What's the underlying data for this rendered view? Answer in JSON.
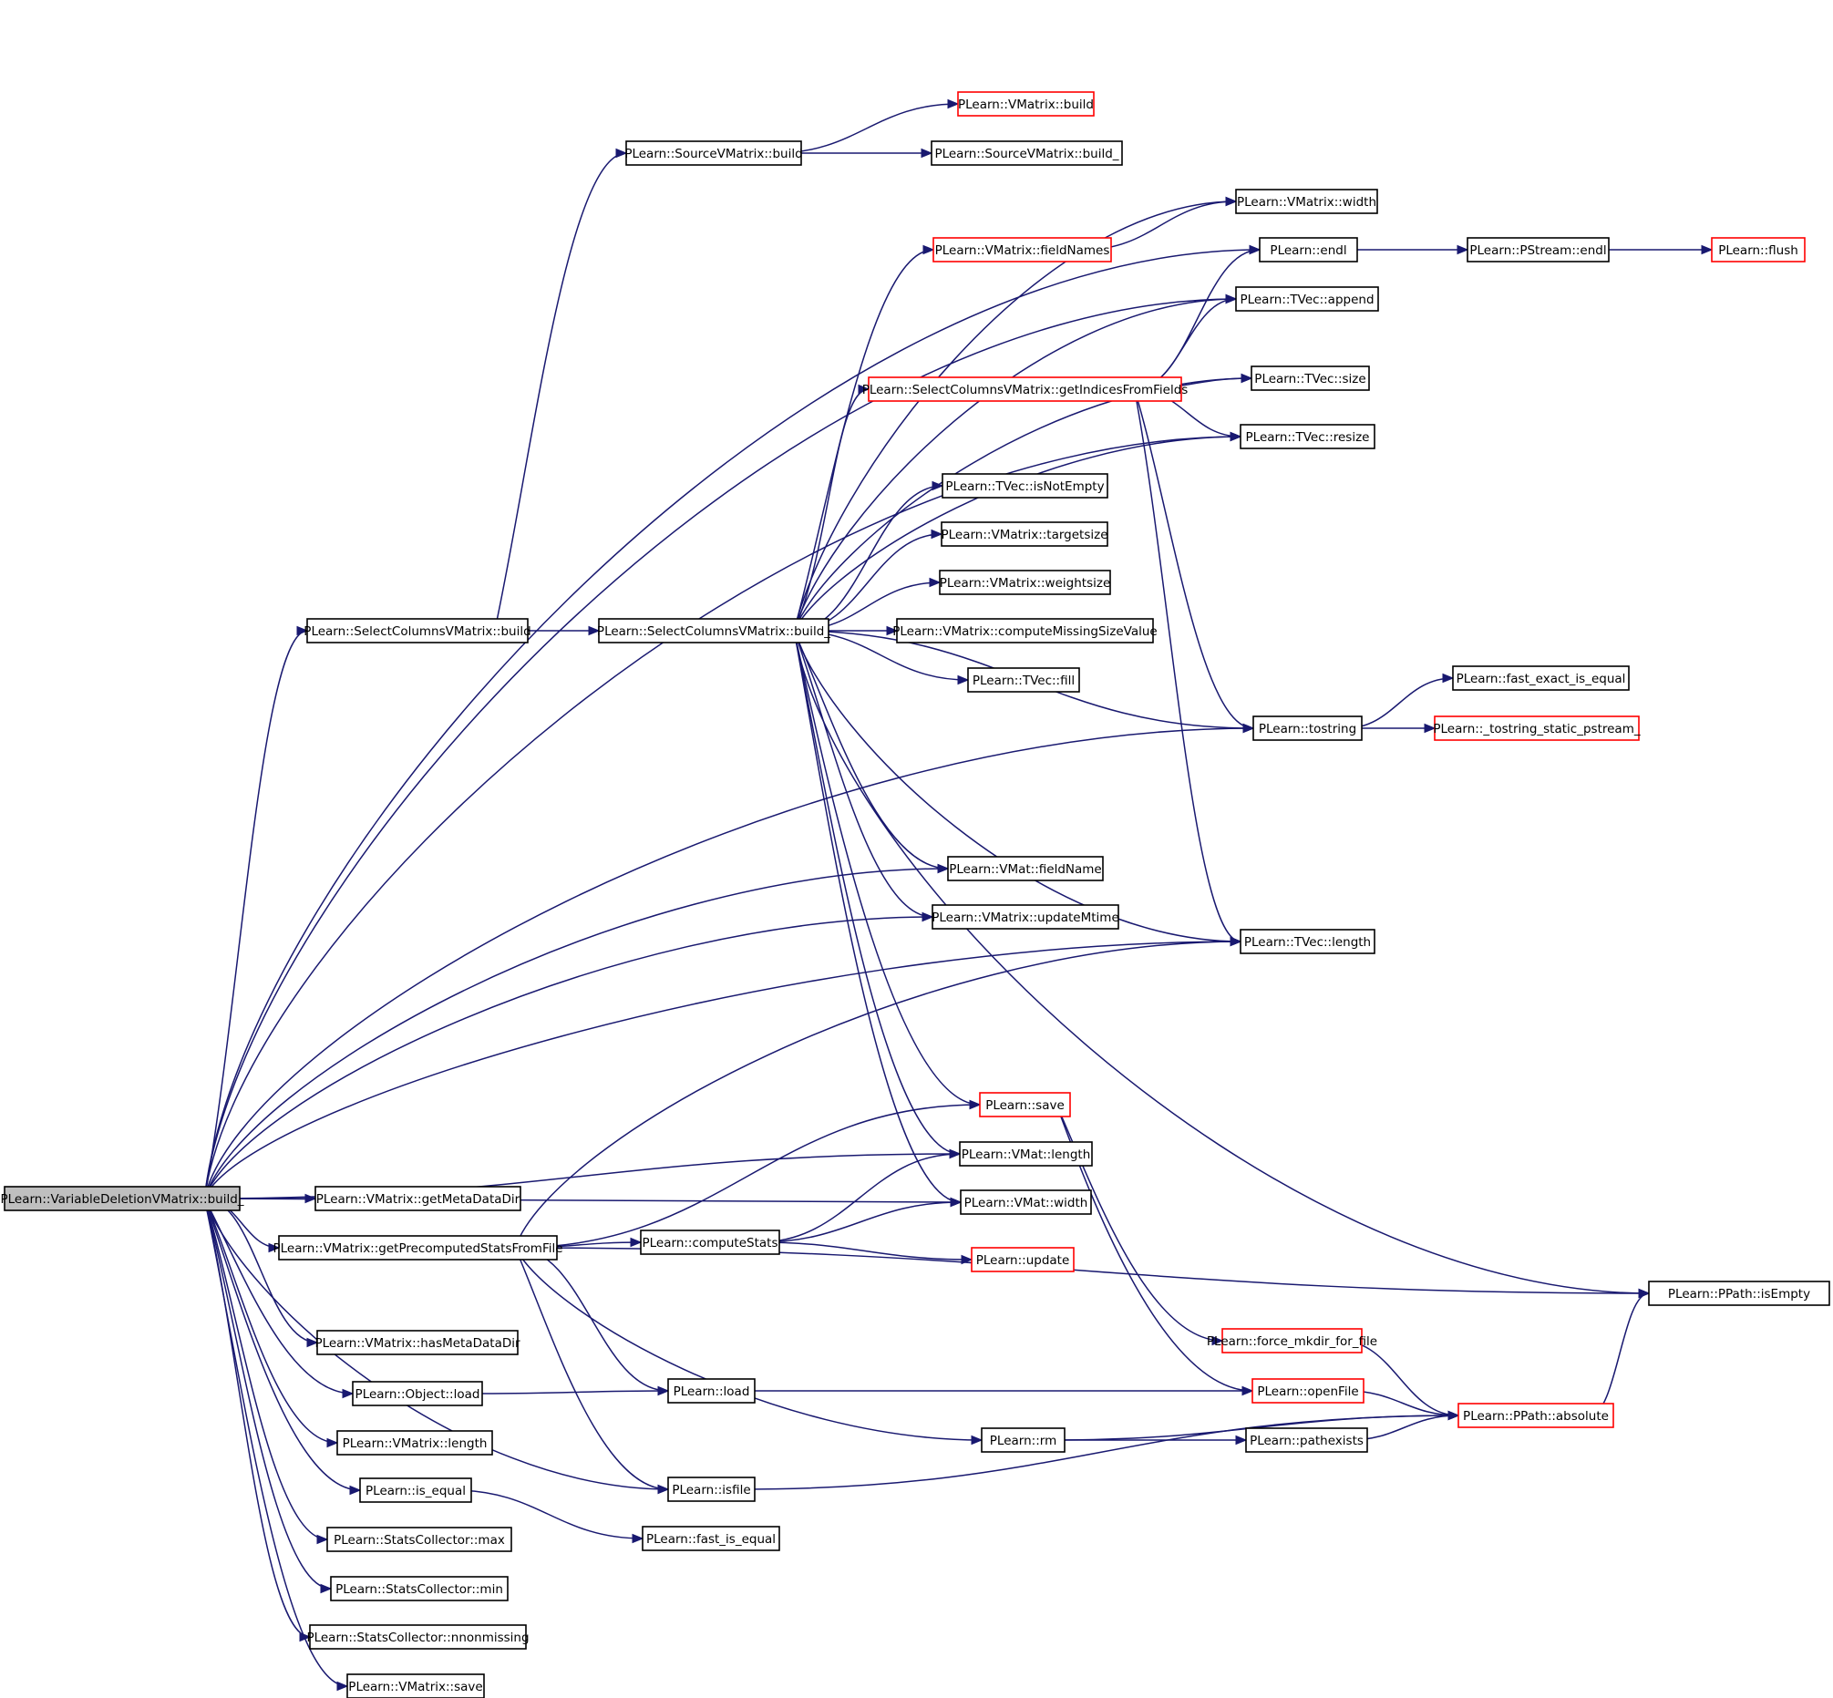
{
  "nodes": [
    {
      "id": "root",
      "label": "PLearn::VariableDeletionVMatrix::build_",
      "style": "root"
    },
    {
      "id": "getMetaDataDir",
      "label": "PLearn::VMatrix::getMetaDataDir",
      "style": "normal"
    },
    {
      "id": "getPre",
      "label": "PLearn::VMatrix::getPrecomputedStatsFromFile",
      "style": "normal"
    },
    {
      "id": "hasMeta",
      "label": "PLearn::VMatrix::hasMetaDataDir",
      "style": "normal"
    },
    {
      "id": "objload",
      "label": "PLearn::Object::load",
      "style": "normal"
    },
    {
      "id": "vmlength",
      "label": "PLearn::VMatrix::length",
      "style": "normal"
    },
    {
      "id": "isequal",
      "label": "PLearn::is_equal",
      "style": "normal"
    },
    {
      "id": "scmax",
      "label": "PLearn::StatsCollector::max",
      "style": "normal"
    },
    {
      "id": "scmin",
      "label": "PLearn::StatsCollector::min",
      "style": "normal"
    },
    {
      "id": "scnon",
      "label": "PLearn::StatsCollector::nnonmissing",
      "style": "normal"
    },
    {
      "id": "vmsave",
      "label": "PLearn::VMatrix::save",
      "style": "normal"
    },
    {
      "id": "scvbuild",
      "label": "PLearn::SelectColumnsVMatrix::build",
      "style": "normal"
    },
    {
      "id": "scvbuild_",
      "label": "PLearn::SelectColumnsVMatrix::build_",
      "style": "normal"
    },
    {
      "id": "svbuild",
      "label": "PLearn::SourceVMatrix::build",
      "style": "normal"
    },
    {
      "id": "vmbuild",
      "label": "PLearn::VMatrix::build",
      "style": "red"
    },
    {
      "id": "svbuild_",
      "label": "PLearn::SourceVMatrix::build_",
      "style": "normal"
    },
    {
      "id": "vmwidth",
      "label": "PLearn::VMatrix::width",
      "style": "normal"
    },
    {
      "id": "fieldNames",
      "label": "PLearn::VMatrix::fieldNames",
      "style": "red"
    },
    {
      "id": "endl",
      "label": "PLearn::endl",
      "style": "normal"
    },
    {
      "id": "psendl",
      "label": "PLearn::PStream::endl",
      "style": "normal"
    },
    {
      "id": "flush",
      "label": "PLearn::flush",
      "style": "red"
    },
    {
      "id": "append",
      "label": "PLearn::TVec::append",
      "style": "normal"
    },
    {
      "id": "size",
      "label": "PLearn::TVec::size",
      "style": "normal"
    },
    {
      "id": "getIdx",
      "label": "PLearn::SelectColumnsVMatrix::getIndicesFromFields",
      "style": "red"
    },
    {
      "id": "resize",
      "label": "PLearn::TVec::resize",
      "style": "normal"
    },
    {
      "id": "isNotEmpty",
      "label": "PLearn::TVec::isNotEmpty",
      "style": "normal"
    },
    {
      "id": "targetsize",
      "label": "PLearn::VMatrix::targetsize",
      "style": "normal"
    },
    {
      "id": "weightsize",
      "label": "PLearn::VMatrix::weightsize",
      "style": "normal"
    },
    {
      "id": "cmsv",
      "label": "PLearn::VMatrix::computeMissingSizeValue",
      "style": "normal"
    },
    {
      "id": "fill",
      "label": "PLearn::TVec::fill",
      "style": "normal"
    },
    {
      "id": "fastexact",
      "label": "PLearn::fast_exact_is_equal",
      "style": "normal"
    },
    {
      "id": "tostring",
      "label": "PLearn::tostring",
      "style": "normal"
    },
    {
      "id": "tsps",
      "label": "PLearn::_tostring_static_pstream_",
      "style": "red"
    },
    {
      "id": "vmfieldName",
      "label": "PLearn::VMat::fieldName",
      "style": "normal"
    },
    {
      "id": "updateMtime",
      "label": "PLearn::VMatrix::updateMtime",
      "style": "normal"
    },
    {
      "id": "tveclength",
      "label": "PLearn::TVec::length",
      "style": "normal"
    },
    {
      "id": "save",
      "label": "PLearn::save",
      "style": "red"
    },
    {
      "id": "vmatlength",
      "label": "PLearn::VMat::length",
      "style": "normal"
    },
    {
      "id": "vmatwidth",
      "label": "PLearn::VMat::width",
      "style": "normal"
    },
    {
      "id": "computeStats",
      "label": "PLearn::computeStats",
      "style": "normal"
    },
    {
      "id": "update",
      "label": "PLearn::update",
      "style": "red"
    },
    {
      "id": "isEmpty",
      "label": "PLearn::PPath::isEmpty",
      "style": "normal"
    },
    {
      "id": "forcemk",
      "label": "PLearn::force_mkdir_for_file",
      "style": "red"
    },
    {
      "id": "load",
      "label": "PLearn::load",
      "style": "normal"
    },
    {
      "id": "openFile",
      "label": "PLearn::openFile",
      "style": "red"
    },
    {
      "id": "absolute",
      "label": "PLearn::PPath::absolute",
      "style": "red"
    },
    {
      "id": "rm",
      "label": "PLearn::rm",
      "style": "normal"
    },
    {
      "id": "pathexists",
      "label": "PLearn::pathexists",
      "style": "normal"
    },
    {
      "id": "isfile",
      "label": "PLearn::isfile",
      "style": "normal"
    },
    {
      "id": "fastisequal",
      "label": "PLearn::fast_is_equal",
      "style": "normal"
    }
  ],
  "edges": [
    [
      "root",
      "getMetaDataDir"
    ],
    [
      "root",
      "getPre"
    ],
    [
      "root",
      "hasMeta"
    ],
    [
      "root",
      "objload"
    ],
    [
      "root",
      "vmlength"
    ],
    [
      "root",
      "isequal"
    ],
    [
      "root",
      "scmax"
    ],
    [
      "root",
      "scmin"
    ],
    [
      "root",
      "scnon"
    ],
    [
      "root",
      "vmsave"
    ],
    [
      "root",
      "scvbuild"
    ],
    [
      "root",
      "endl"
    ],
    [
      "root",
      "append"
    ],
    [
      "root",
      "vmfieldName"
    ],
    [
      "root",
      "updateMtime"
    ],
    [
      "root",
      "resize"
    ],
    [
      "root",
      "tostring"
    ],
    [
      "root",
      "tveclength"
    ],
    [
      "root",
      "vmatlength"
    ],
    [
      "root",
      "vmatwidth"
    ],
    [
      "root",
      "isfile"
    ],
    [
      "scvbuild",
      "scvbuild_"
    ],
    [
      "scvbuild",
      "svbuild"
    ],
    [
      "svbuild",
      "vmbuild"
    ],
    [
      "svbuild",
      "svbuild_"
    ],
    [
      "scvbuild_",
      "vmwidth"
    ],
    [
      "scvbuild_",
      "fieldNames"
    ],
    [
      "scvbuild_",
      "append"
    ],
    [
      "scvbuild_",
      "size"
    ],
    [
      "scvbuild_",
      "getIdx"
    ],
    [
      "scvbuild_",
      "resize"
    ],
    [
      "scvbuild_",
      "isNotEmpty"
    ],
    [
      "scvbuild_",
      "targetsize"
    ],
    [
      "scvbuild_",
      "weightsize"
    ],
    [
      "scvbuild_",
      "cmsv"
    ],
    [
      "scvbuild_",
      "fill"
    ],
    [
      "scvbuild_",
      "tostring"
    ],
    [
      "scvbuild_",
      "isEmpty"
    ],
    [
      "scvbuild_",
      "vmfieldName"
    ],
    [
      "scvbuild_",
      "updateMtime"
    ],
    [
      "scvbuild_",
      "tveclength"
    ],
    [
      "scvbuild_",
      "save"
    ],
    [
      "scvbuild_",
      "vmatlength"
    ],
    [
      "scvbuild_",
      "vmatwidth"
    ],
    [
      "fieldNames",
      "vmwidth"
    ],
    [
      "getIdx",
      "endl"
    ],
    [
      "getIdx",
      "append"
    ],
    [
      "getIdx",
      "size"
    ],
    [
      "getIdx",
      "resize"
    ],
    [
      "getIdx",
      "tostring"
    ],
    [
      "getIdx",
      "tveclength"
    ],
    [
      "endl",
      "psendl"
    ],
    [
      "psendl",
      "flush"
    ],
    [
      "tostring",
      "fastexact"
    ],
    [
      "tostring",
      "tsps"
    ],
    [
      "getPre",
      "save"
    ],
    [
      "getPre",
      "computeStats"
    ],
    [
      "getPre",
      "tveclength"
    ],
    [
      "getPre",
      "isEmpty"
    ],
    [
      "getPre",
      "load"
    ],
    [
      "getPre",
      "rm"
    ],
    [
      "getPre",
      "isfile"
    ],
    [
      "computeStats",
      "vmatlength"
    ],
    [
      "computeStats",
      "vmatwidth"
    ],
    [
      "computeStats",
      "update"
    ],
    [
      "save",
      "forcemk"
    ],
    [
      "save",
      "openFile"
    ],
    [
      "forcemk",
      "absolute"
    ],
    [
      "objload",
      "load"
    ],
    [
      "load",
      "openFile"
    ],
    [
      "openFile",
      "absolute"
    ],
    [
      "rm",
      "pathexists"
    ],
    [
      "rm",
      "absolute"
    ],
    [
      "pathexists",
      "absolute"
    ],
    [
      "isfile",
      "absolute"
    ],
    [
      "absolute",
      "isEmpty"
    ],
    [
      "isequal",
      "fastisequal"
    ]
  ]
}
